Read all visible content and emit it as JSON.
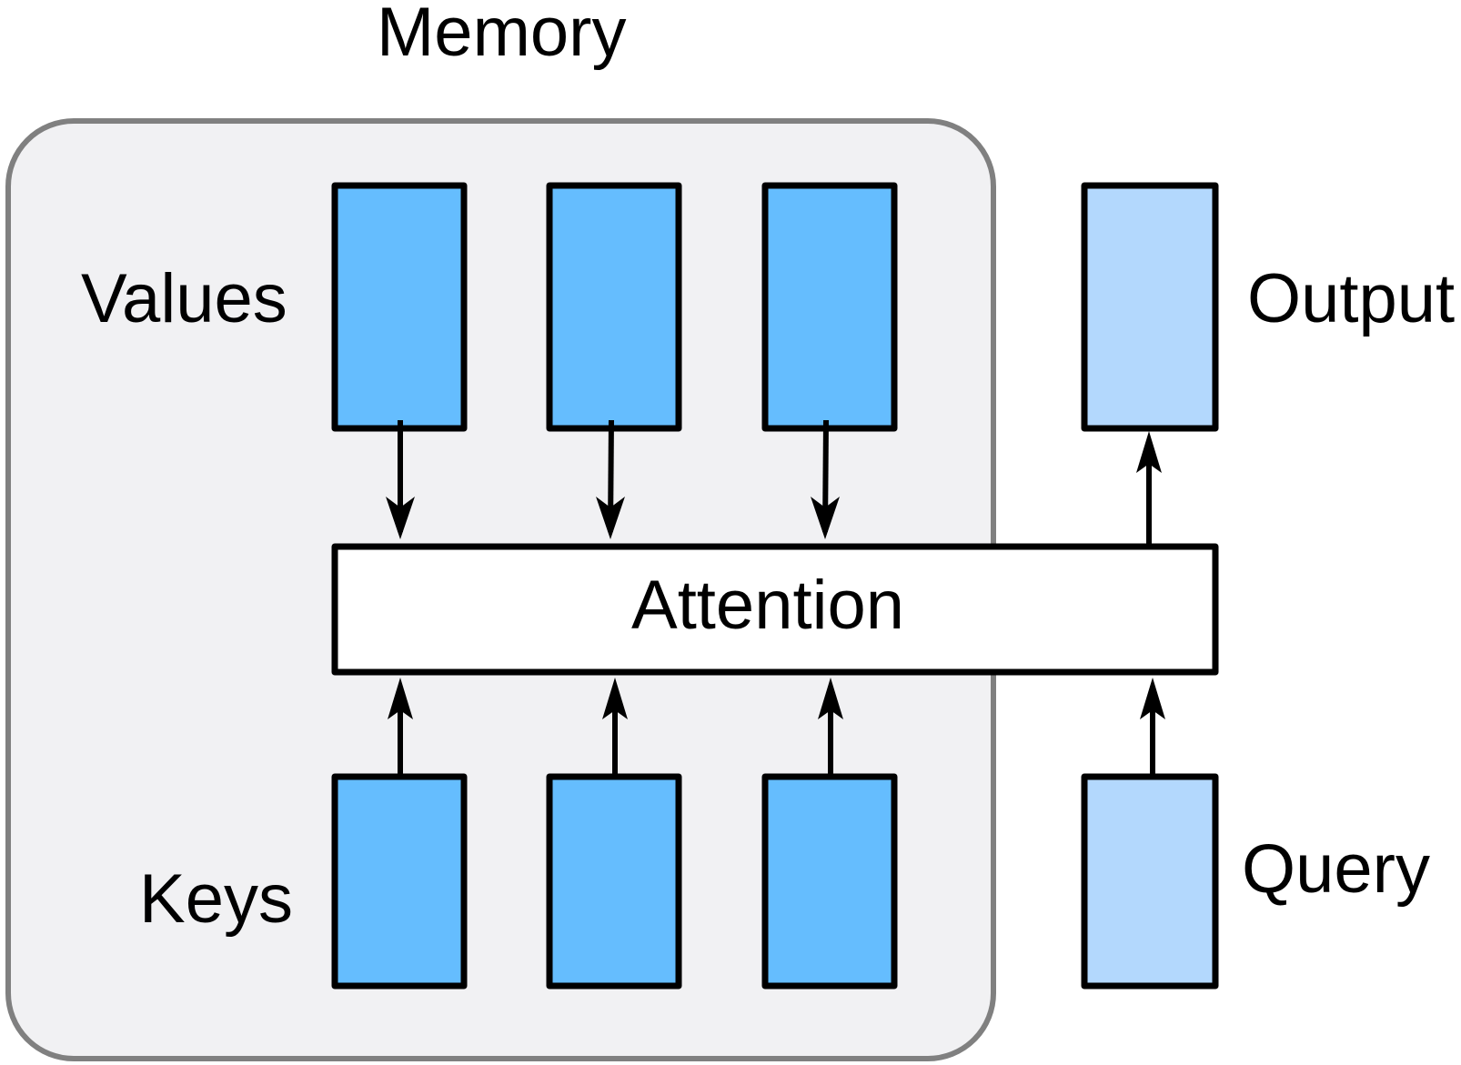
{
  "labels": {
    "memory": "Memory",
    "values": "Values",
    "keys": "Keys",
    "attention": "Attention",
    "output": "Output",
    "query": "Query"
  },
  "colors": {
    "memory_fill": "#f1f1f3",
    "memory_border": "#808080",
    "value_key_fill": "#65bdfe",
    "query_output_fill": "#b3d8fd",
    "attention_fill": "#ffffff",
    "stroke": "#000000"
  }
}
